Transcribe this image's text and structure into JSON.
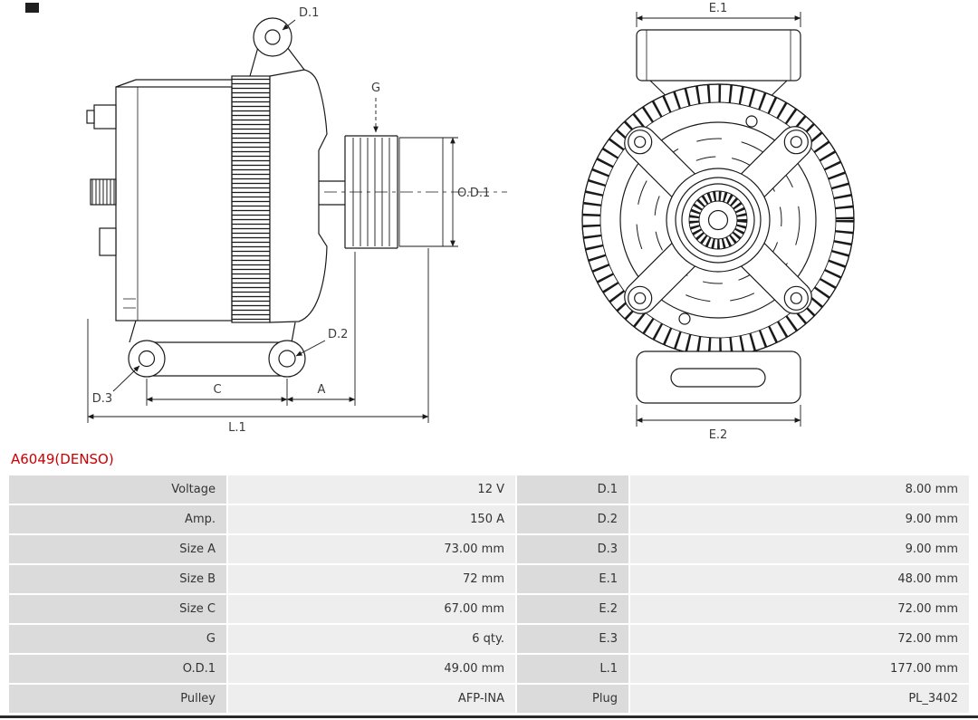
{
  "part": {
    "number": "A6049(DENSO)"
  },
  "colors": {
    "part_number": "#cc0000",
    "table_label_bg": "#dbdbdb",
    "table_value_bg": "#eeeeee",
    "line_art": "#1a1a1a"
  },
  "diagram": {
    "side_view_labels": {
      "d1": "D.1",
      "g": "G",
      "od1": "O.D.1",
      "d2": "D.2",
      "d3": "D.3",
      "c": "C",
      "a": "A",
      "l1": "L.1"
    },
    "front_view_labels": {
      "e1": "E.1",
      "e2": "E.2"
    }
  },
  "table": {
    "rows": [
      {
        "label1": "Voltage",
        "value1": "12 V",
        "label2": "D.1",
        "value2": "8.00 mm"
      },
      {
        "label1": "Amp.",
        "value1": "150 A",
        "label2": "D.2",
        "value2": "9.00 mm"
      },
      {
        "label1": "Size A",
        "value1": "73.00 mm",
        "label2": "D.3",
        "value2": "9.00 mm"
      },
      {
        "label1": "Size B",
        "value1": "72 mm",
        "label2": "E.1",
        "value2": "48.00 mm"
      },
      {
        "label1": "Size C",
        "value1": "67.00 mm",
        "label2": "E.2",
        "value2": "72.00 mm"
      },
      {
        "label1": "G",
        "value1": "6 qty.",
        "label2": "E.3",
        "value2": "72.00 mm"
      },
      {
        "label1": "O.D.1",
        "value1": "49.00 mm",
        "label2": "L.1",
        "value2": "177.00 mm"
      },
      {
        "label1": "Pulley",
        "value1": "AFP-INA",
        "label2": "Plug",
        "value2": "PL_3402"
      }
    ]
  }
}
